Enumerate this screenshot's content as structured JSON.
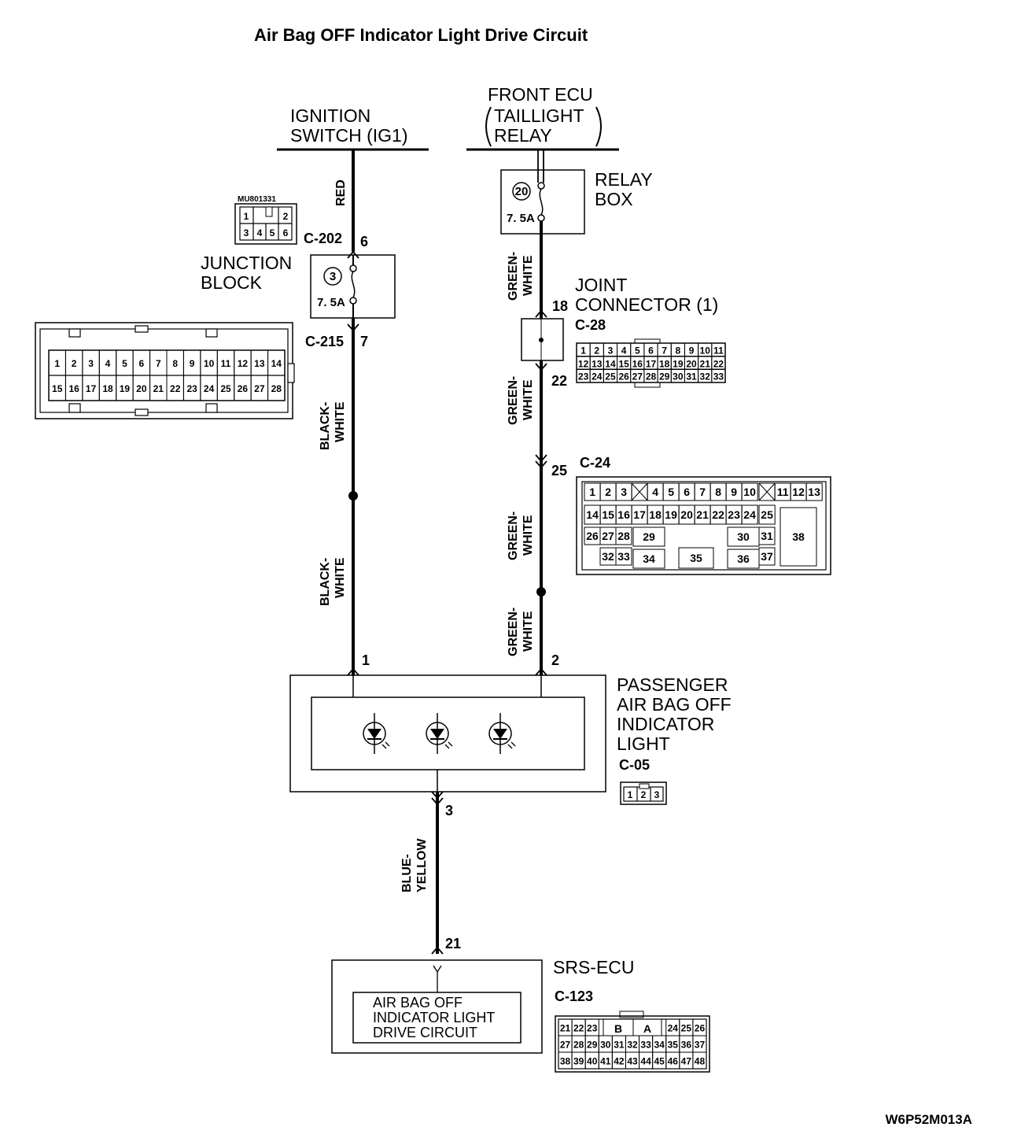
{
  "title": "Air Bag OFF Indicator Light Drive Circuit",
  "sources": {
    "ignition": {
      "line1": "IGNITION",
      "line2": "SWITCH (IG1)"
    },
    "front_ecu": {
      "line1": "FRONT ECU",
      "line2": "TAILLIGHT",
      "line3": "RELAY"
    }
  },
  "relay_box": {
    "line1": "RELAY",
    "line2": "BOX",
    "fuse_no": "20",
    "fuse_rating": "7. 5A"
  },
  "junction_block": {
    "line1": "JUNCTION",
    "line2": "BLOCK",
    "fuse_no": "3",
    "fuse_rating": "7. 5A",
    "part_no": "MU801331"
  },
  "joint_connector": {
    "line1": "JOINT",
    "line2": "CONNECTOR (1)"
  },
  "indicator": {
    "line1": "PASSENGER",
    "line2": "AIR BAG OFF",
    "line3": "INDICATOR",
    "line4": "LIGHT"
  },
  "srs_ecu": {
    "label": "SRS-ECU",
    "inner1": "AIR BAG OFF",
    "inner2": "INDICATOR LIGHT",
    "inner3": "DRIVE CIRCUIT"
  },
  "connectors": {
    "c202": "C-202",
    "c215": "C-215",
    "c28": "C-28",
    "c24": "C-24",
    "c05": "C-05",
    "c123": "C-123"
  },
  "pins": {
    "c202_pin": "6",
    "c215_pin": "7",
    "c28_in": "18",
    "c28_out": "22",
    "c24_pin": "25",
    "light_pin1": "1",
    "light_pin2": "2",
    "light_pin3": "3",
    "srs_pin": "21"
  },
  "wires": {
    "red": "RED",
    "bw1_a": "BLACK-",
    "bw1_b": "WHITE",
    "bw2_a": "BLACK-",
    "bw2_b": "WHITE",
    "gw1_a": "GREEN-",
    "gw1_b": "WHITE",
    "gw2_a": "GREEN-",
    "gw2_b": "WHITE",
    "gw3_a": "GREEN-",
    "gw3_b": "WHITE",
    "gw4_a": "GREEN-",
    "gw4_b": "WHITE",
    "by_a": "BLUE-",
    "by_b": "YELLOW"
  },
  "connector_faces": {
    "mu801331": {
      "row1": [
        "1",
        "",
        "2"
      ],
      "row2": [
        "3",
        "4",
        "5",
        "6"
      ]
    },
    "c215": {
      "row1": [
        "1",
        "2",
        "3",
        "4",
        "5",
        "6",
        "7",
        "8",
        "9",
        "10",
        "11",
        "12",
        "13",
        "14"
      ],
      "row2": [
        "15",
        "16",
        "17",
        "18",
        "19",
        "20",
        "21",
        "22",
        "23",
        "24",
        "25",
        "26",
        "27",
        "28"
      ]
    },
    "c28": {
      "row1": [
        "1",
        "2",
        "3",
        "4",
        "5",
        "6",
        "7",
        "8",
        "9",
        "10",
        "11"
      ],
      "row2": [
        "12",
        "13",
        "14",
        "15",
        "16",
        "17",
        "18",
        "19",
        "20",
        "21",
        "22"
      ],
      "row3": [
        "23",
        "24",
        "25",
        "26",
        "27",
        "28",
        "29",
        "30",
        "31",
        "32",
        "33"
      ]
    },
    "c24": {
      "row1": [
        "1",
        "2",
        "3",
        "4",
        "5",
        "6",
        "7",
        "8",
        "9",
        "10",
        "11",
        "12",
        "13"
      ],
      "row2": [
        "14",
        "15",
        "16",
        "17",
        "18",
        "19",
        "20",
        "21",
        "22",
        "23",
        "24",
        "25"
      ],
      "row3": [
        "26",
        "27",
        "28",
        "29",
        "30",
        "31",
        "38"
      ],
      "row4": [
        "32",
        "33",
        "34",
        "35",
        "36",
        "37"
      ]
    },
    "c05": [
      "1",
      "2",
      "3"
    ],
    "c123": {
      "row1_left": [
        "21",
        "22",
        "23"
      ],
      "row1_mid": [
        "B",
        "A"
      ],
      "row1_right": [
        "24",
        "25",
        "26"
      ],
      "row2": [
        "27",
        "28",
        "29",
        "30",
        "31",
        "32",
        "33",
        "34",
        "35",
        "36",
        "37"
      ],
      "row3": [
        "38",
        "39",
        "40",
        "41",
        "42",
        "43",
        "44",
        "45",
        "46",
        "47",
        "48"
      ]
    }
  },
  "diagram_code": "W6P52M013A"
}
